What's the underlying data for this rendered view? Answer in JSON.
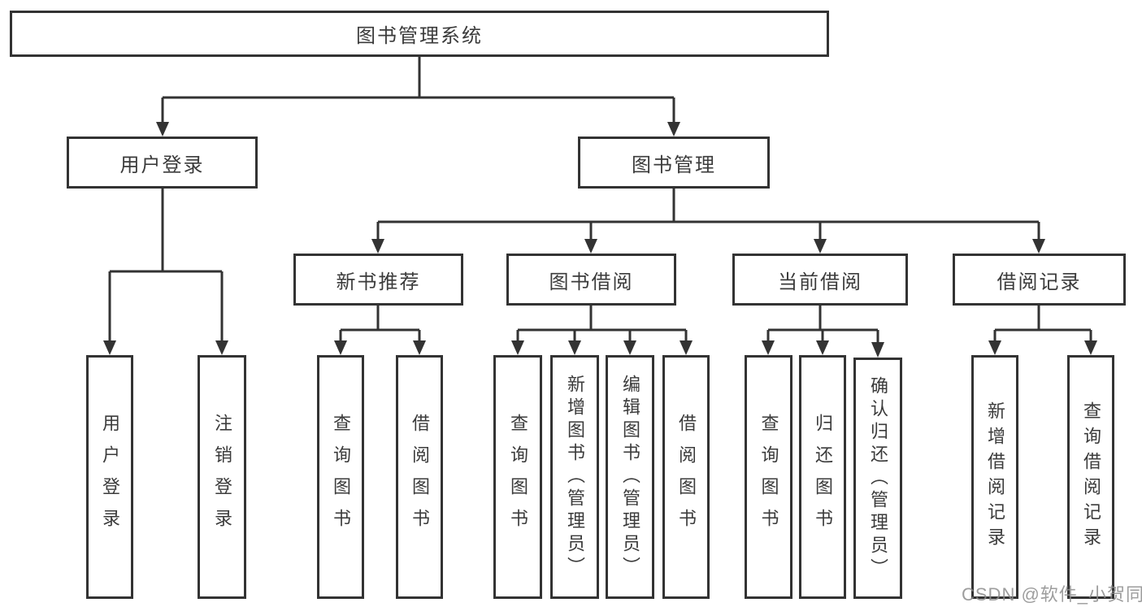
{
  "watermark": "CSDN @软件_小贺同学",
  "nodes": {
    "root": {
      "label": "图书管理系统"
    },
    "user_login": {
      "label": "用户登录"
    },
    "book_mgmt": {
      "label": "图书管理"
    },
    "new_book_rec": {
      "label": "新书推荐"
    },
    "book_borrow": {
      "label": "图书借阅"
    },
    "current_borrow": {
      "label": "当前借阅"
    },
    "borrow_record": {
      "label": "借阅记录"
    },
    "leaf_user_login": {
      "label": "用户登录"
    },
    "leaf_logout": {
      "label": "注销登录"
    },
    "leaf_query_book_1": {
      "label": "查询图书"
    },
    "leaf_borrow_book_1": {
      "label": "借阅图书"
    },
    "leaf_query_book_2": {
      "label": "查询图书"
    },
    "leaf_add_book": {
      "label": "新增图书（管理员）"
    },
    "leaf_edit_book": {
      "label": "编辑图书（管理员）"
    },
    "leaf_borrow_book_2": {
      "label": "借阅图书"
    },
    "leaf_query_book_3": {
      "label": "查询图书"
    },
    "leaf_return_book": {
      "label": "归还图书"
    },
    "leaf_confirm_return": {
      "label": "确认归还（管理员）"
    },
    "leaf_add_record": {
      "label": "新增借阅记录"
    },
    "leaf_query_record": {
      "label": "查询借阅记录"
    }
  },
  "hierarchy": {
    "图书管理系统": {
      "用户登录": [
        "用户登录",
        "注销登录"
      ],
      "图书管理": {
        "新书推荐": [
          "查询图书",
          "借阅图书"
        ],
        "图书借阅": [
          "查询图书",
          "新增图书（管理员）",
          "编辑图书（管理员）",
          "借阅图书"
        ],
        "当前借阅": [
          "查询图书",
          "归还图书",
          "确认归还（管理员）"
        ],
        "借阅记录": [
          "新增借阅记录",
          "查询借阅记录"
        ]
      }
    }
  }
}
